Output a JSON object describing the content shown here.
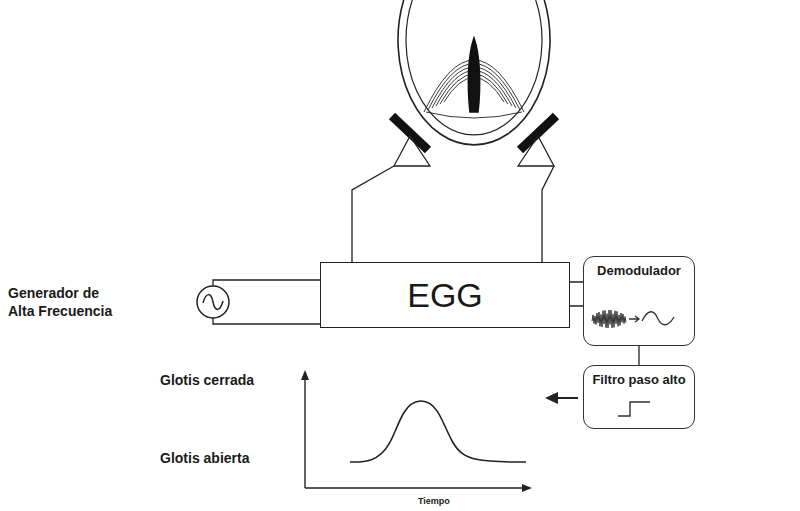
{
  "diagram": {
    "nodes": [
      {
        "text": [
          "Generador de Alta Frecuencia"
        ]
      },
      {
        "text": [
          "EGG"
        ]
      },
      {
        "text": [
          "Demodulador"
        ]
      },
      {
        "text": [
          "Filtro paso alto"
        ]
      }
    ],
    "edges": [
      {
        "from": 0,
        "to": 1,
        "arrow": "none"
      },
      {
        "from": 1,
        "to": 2,
        "arrow": "none"
      },
      {
        "from": 2,
        "to": 3,
        "arrow": "none"
      }
    ],
    "labels": [
      "Glotis cerrada",
      "Glotis abierta",
      "Tiempo"
    ]
  }
}
